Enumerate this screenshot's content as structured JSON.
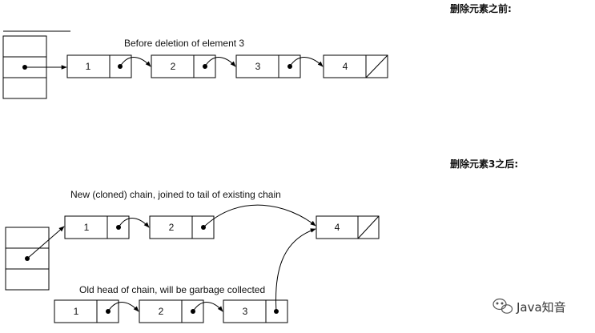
{
  "sections": {
    "before": {
      "heading": "删除元素之前:",
      "caption": "Before deletion of element 3",
      "elements": [
        "1",
        "2",
        "3",
        "4"
      ]
    },
    "after": {
      "heading": "删除元素3之后:",
      "new_chain_caption": "New (cloned) chain, joined to tail of existing chain",
      "new_chain": [
        "1",
        "2"
      ],
      "tail_element": "4",
      "old_chain_caption": "Old head of chain, will be garbage collected",
      "old_chain": [
        "1",
        "2",
        "3"
      ]
    }
  },
  "watermark": {
    "icon": "wechat-icon",
    "text": "Java知音"
  }
}
